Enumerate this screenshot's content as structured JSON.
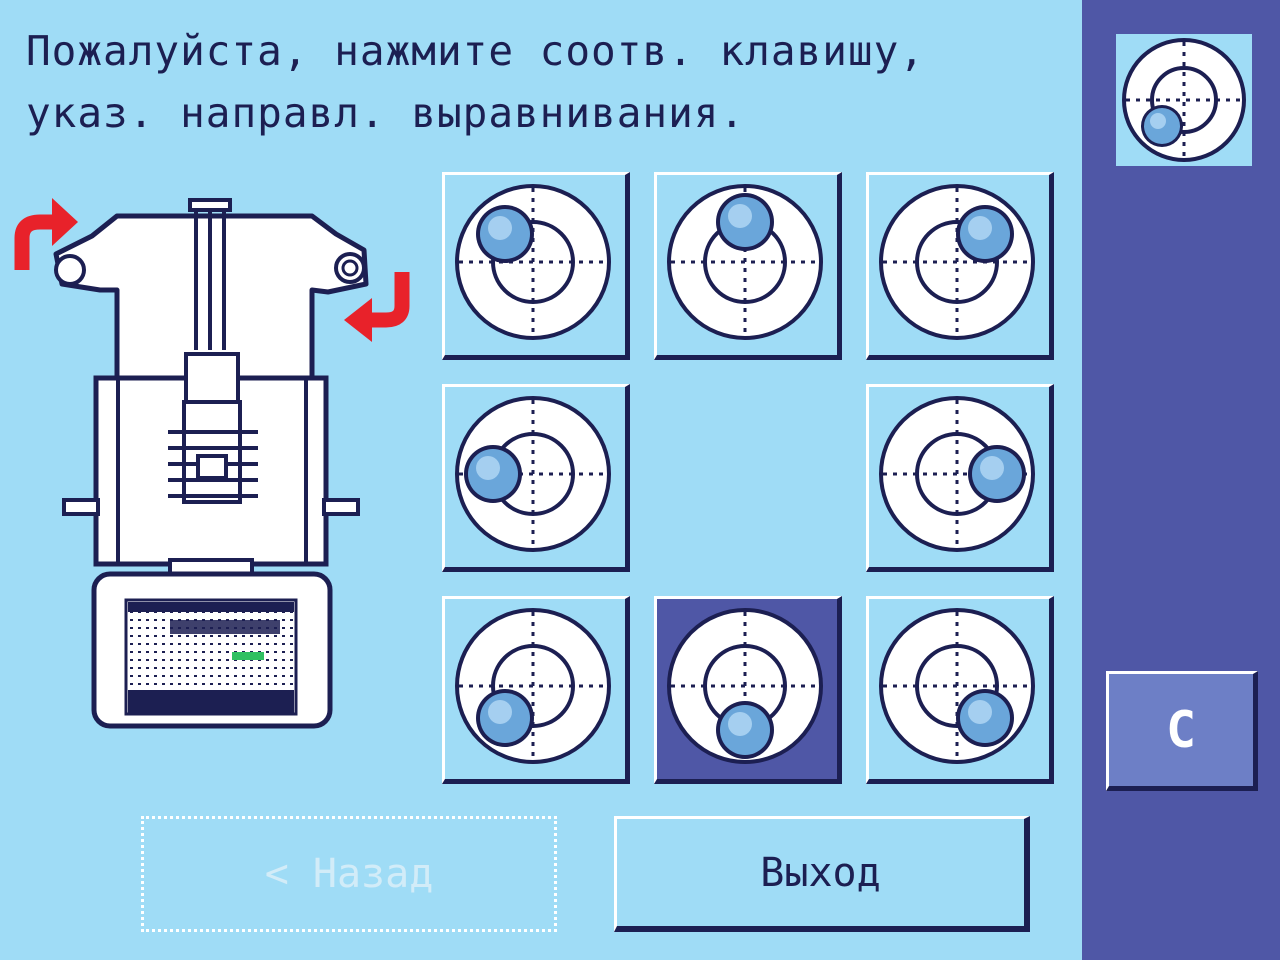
{
  "instruction": {
    "line1": "Пожалуйста, нажмите соотв. клавишу,",
    "line2": "указ. направл. выравнивания."
  },
  "level_grid": {
    "buttons": [
      {
        "name": "level-top-left",
        "direction": "top-left",
        "selected": false
      },
      {
        "name": "level-top",
        "direction": "top",
        "selected": false
      },
      {
        "name": "level-top-right",
        "direction": "top-right",
        "selected": false
      },
      {
        "name": "level-left",
        "direction": "left",
        "selected": false
      },
      {
        "name": "level-right",
        "direction": "right",
        "selected": false
      },
      {
        "name": "level-bottom-left",
        "direction": "bottom-left",
        "selected": false
      },
      {
        "name": "level-bottom",
        "direction": "bottom",
        "selected": true
      },
      {
        "name": "level-bottom-right",
        "direction": "bottom-right",
        "selected": false
      }
    ]
  },
  "buttons": {
    "back": "< Назад",
    "exit": "Выход",
    "clear": "C"
  },
  "icons": {
    "rotate_arrows": "rotate-arrow-icon",
    "level_bubble": "level-bubble-icon",
    "current_level": "current-level-indicator-icon"
  },
  "colors": {
    "background": "#9fdcf6",
    "sidebar": "#4f57a6",
    "outline": "#1c1f52",
    "selected": "#4f57a6",
    "bubble": "#6aa6da",
    "arrow": "#e8222a",
    "clear_button": "#6d7fc6"
  }
}
